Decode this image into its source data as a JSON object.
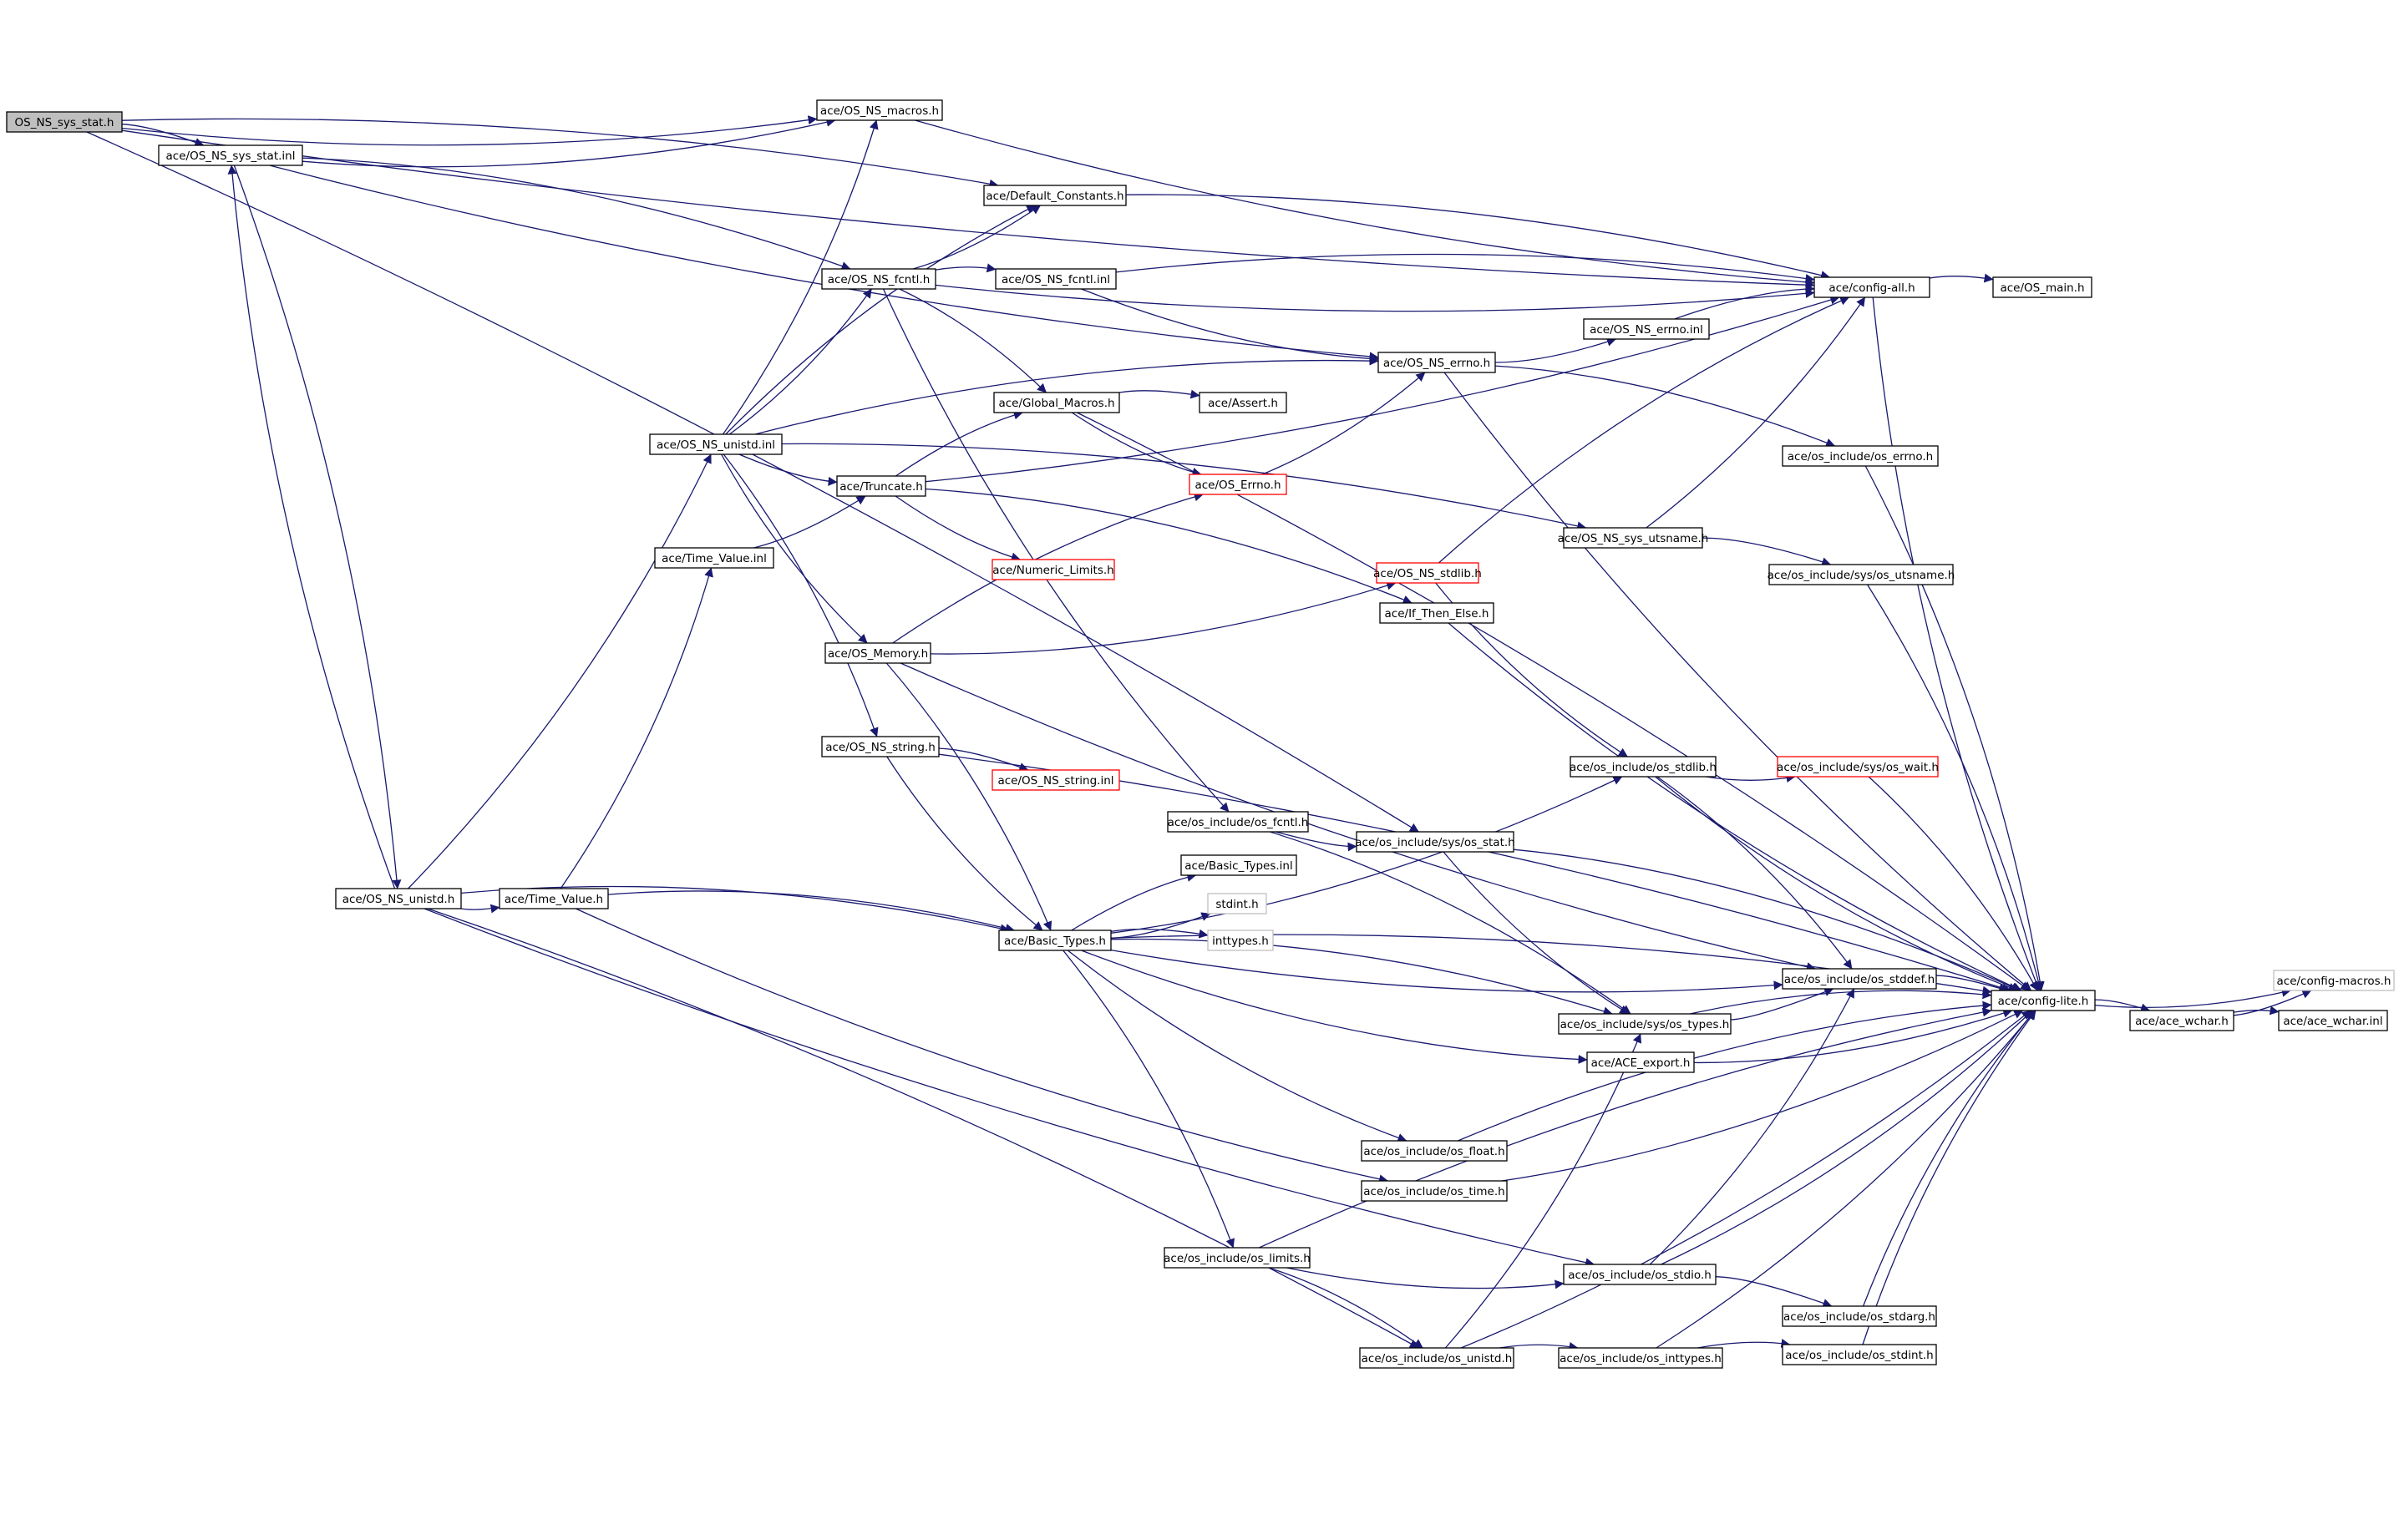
{
  "colors": {
    "edge": "#191970",
    "node_border": "#000000",
    "root_fill": "#bfbfbf",
    "truncated_border": "#ff0000",
    "external_border": "#bfbfbf"
  },
  "nodes": [
    {
      "id": "n0",
      "label": "OS_NS_sys_stat.h",
      "kind": "root"
    },
    {
      "id": "n1",
      "label": "ace/OS_NS_sys_stat.inl",
      "kind": "normal"
    },
    {
      "id": "n2",
      "label": "ace/OS_NS_macros.h",
      "kind": "normal"
    },
    {
      "id": "n3",
      "label": "ace/Default_Constants.h",
      "kind": "normal"
    },
    {
      "id": "n4",
      "label": "ace/OS_NS_fcntl.h",
      "kind": "normal"
    },
    {
      "id": "n5",
      "label": "ace/OS_NS_fcntl.inl",
      "kind": "normal"
    },
    {
      "id": "n6",
      "label": "ace/config-all.h",
      "kind": "normal"
    },
    {
      "id": "n7",
      "label": "ace/OS_main.h",
      "kind": "normal"
    },
    {
      "id": "n8",
      "label": "ace/OS_NS_errno.inl",
      "kind": "normal"
    },
    {
      "id": "n9",
      "label": "ace/OS_NS_errno.h",
      "kind": "normal"
    },
    {
      "id": "n10",
      "label": "ace/Global_Macros.h",
      "kind": "normal"
    },
    {
      "id": "n11",
      "label": "ace/Assert.h",
      "kind": "normal"
    },
    {
      "id": "n12",
      "label": "ace/OS_NS_unistd.inl",
      "kind": "normal"
    },
    {
      "id": "n13",
      "label": "ace/Truncate.h",
      "kind": "normal"
    },
    {
      "id": "n14",
      "label": "ace/OS_Errno.h",
      "kind": "trunc"
    },
    {
      "id": "n15",
      "label": "ace/os_include/os_errno.h",
      "kind": "normal"
    },
    {
      "id": "n16",
      "label": "ace/OS_NS_sys_utsname.h",
      "kind": "normal"
    },
    {
      "id": "n17",
      "label": "ace/Time_Value.inl",
      "kind": "normal"
    },
    {
      "id": "n18",
      "label": "ace/Numeric_Limits.h",
      "kind": "trunc"
    },
    {
      "id": "n19",
      "label": "ace/OS_NS_stdlib.h",
      "kind": "trunc"
    },
    {
      "id": "n20",
      "label": "ace/os_include/sys/os_utsname.h",
      "kind": "normal"
    },
    {
      "id": "n21",
      "label": "ace/If_Then_Else.h",
      "kind": "normal"
    },
    {
      "id": "n22",
      "label": "ace/OS_Memory.h",
      "kind": "normal"
    },
    {
      "id": "n23",
      "label": "ace/OS_NS_string.h",
      "kind": "normal"
    },
    {
      "id": "n24",
      "label": "ace/os_include/os_stdlib.h",
      "kind": "normal"
    },
    {
      "id": "n25",
      "label": "ace/os_include/sys/os_wait.h",
      "kind": "trunc"
    },
    {
      "id": "n26",
      "label": "ace/OS_NS_string.inl",
      "kind": "trunc"
    },
    {
      "id": "n27",
      "label": "ace/os_include/os_fcntl.h",
      "kind": "normal"
    },
    {
      "id": "n28",
      "label": "ace/os_include/sys/os_stat.h",
      "kind": "normal"
    },
    {
      "id": "n29",
      "label": "ace/Basic_Types.inl",
      "kind": "normal"
    },
    {
      "id": "n30",
      "label": "ace/OS_NS_unistd.h",
      "kind": "normal"
    },
    {
      "id": "n31",
      "label": "ace/Time_Value.h",
      "kind": "normal"
    },
    {
      "id": "n32",
      "label": "stdint.h",
      "kind": "ext"
    },
    {
      "id": "n33",
      "label": "ace/Basic_Types.h",
      "kind": "normal"
    },
    {
      "id": "n34",
      "label": "inttypes.h",
      "kind": "ext"
    },
    {
      "id": "n35",
      "label": "ace/os_include/os_stddef.h",
      "kind": "normal"
    },
    {
      "id": "n36",
      "label": "ace/config-lite.h",
      "kind": "normal"
    },
    {
      "id": "n37",
      "label": "ace/config-macros.h",
      "kind": "ext"
    },
    {
      "id": "n38",
      "label": "ace/os_include/sys/os_types.h",
      "kind": "normal"
    },
    {
      "id": "n39",
      "label": "ace/ace_wchar.h",
      "kind": "normal"
    },
    {
      "id": "n40",
      "label": "ace/ace_wchar.inl",
      "kind": "normal"
    },
    {
      "id": "n41",
      "label": "ace/ACE_export.h",
      "kind": "normal"
    },
    {
      "id": "n42",
      "label": "ace/os_include/os_float.h",
      "kind": "normal"
    },
    {
      "id": "n43",
      "label": "ace/os_include/os_time.h",
      "kind": "normal"
    },
    {
      "id": "n44",
      "label": "ace/os_include/os_limits.h",
      "kind": "normal"
    },
    {
      "id": "n45",
      "label": "ace/os_include/os_stdio.h",
      "kind": "normal"
    },
    {
      "id": "n46",
      "label": "ace/os_include/os_stdarg.h",
      "kind": "normal"
    },
    {
      "id": "n47",
      "label": "ace/os_include/os_unistd.h",
      "kind": "normal"
    },
    {
      "id": "n48",
      "label": "ace/os_include/os_inttypes.h",
      "kind": "normal"
    },
    {
      "id": "n49",
      "label": "ace/os_include/os_stdint.h",
      "kind": "normal"
    }
  ],
  "edges": [
    [
      "n0",
      "n1"
    ],
    [
      "n0",
      "n2"
    ],
    [
      "n0",
      "n3"
    ],
    [
      "n0",
      "n6"
    ],
    [
      "n0",
      "n28"
    ],
    [
      "n1",
      "n2"
    ],
    [
      "n1",
      "n4"
    ],
    [
      "n1",
      "n9"
    ],
    [
      "n1",
      "n30"
    ],
    [
      "n2",
      "n6"
    ],
    [
      "n3",
      "n6"
    ],
    [
      "n4",
      "n3"
    ],
    [
      "n4",
      "n5"
    ],
    [
      "n4",
      "n6"
    ],
    [
      "n4",
      "n10"
    ],
    [
      "n4",
      "n27"
    ],
    [
      "n5",
      "n6"
    ],
    [
      "n5",
      "n9"
    ],
    [
      "n6",
      "n7"
    ],
    [
      "n6",
      "n36"
    ],
    [
      "n8",
      "n6"
    ],
    [
      "n9",
      "n8"
    ],
    [
      "n9",
      "n15"
    ],
    [
      "n9",
      "n36"
    ],
    [
      "n10",
      "n11"
    ],
    [
      "n10",
      "n14"
    ],
    [
      "n10",
      "n36"
    ],
    [
      "n12",
      "n2"
    ],
    [
      "n12",
      "n3"
    ],
    [
      "n12",
      "n4"
    ],
    [
      "n12",
      "n9"
    ],
    [
      "n12",
      "n13"
    ],
    [
      "n12",
      "n16"
    ],
    [
      "n12",
      "n22"
    ],
    [
      "n12",
      "n23"
    ],
    [
      "n13",
      "n6"
    ],
    [
      "n13",
      "n10"
    ],
    [
      "n13",
      "n18"
    ],
    [
      "n13",
      "n21"
    ],
    [
      "n14",
      "n9"
    ],
    [
      "n15",
      "n36"
    ],
    [
      "n16",
      "n6"
    ],
    [
      "n16",
      "n20"
    ],
    [
      "n17",
      "n13"
    ],
    [
      "n19",
      "n6"
    ],
    [
      "n19",
      "n24"
    ],
    [
      "n20",
      "n36"
    ],
    [
      "n21",
      "n36"
    ],
    [
      "n22",
      "n14"
    ],
    [
      "n22",
      "n19"
    ],
    [
      "n22",
      "n33"
    ],
    [
      "n22",
      "n35"
    ],
    [
      "n23",
      "n26"
    ],
    [
      "n23",
      "n33"
    ],
    [
      "n23",
      "n36"
    ],
    [
      "n24",
      "n25"
    ],
    [
      "n24",
      "n35"
    ],
    [
      "n24",
      "n36"
    ],
    [
      "n25",
      "n36"
    ],
    [
      "n27",
      "n28"
    ],
    [
      "n27",
      "n38"
    ],
    [
      "n28",
      "n38"
    ],
    [
      "n28",
      "n36"
    ],
    [
      "n30",
      "n12"
    ],
    [
      "n30",
      "n1"
    ],
    [
      "n30",
      "n31"
    ],
    [
      "n30",
      "n33"
    ],
    [
      "n30",
      "n45"
    ],
    [
      "n30",
      "n47"
    ],
    [
      "n31",
      "n17"
    ],
    [
      "n31",
      "n33"
    ],
    [
      "n31",
      "n43"
    ],
    [
      "n33",
      "n29"
    ],
    [
      "n33",
      "n32"
    ],
    [
      "n33",
      "n34"
    ],
    [
      "n33",
      "n35"
    ],
    [
      "n33",
      "n38"
    ],
    [
      "n33",
      "n41"
    ],
    [
      "n33",
      "n36"
    ],
    [
      "n33",
      "n42"
    ],
    [
      "n33",
      "n44"
    ],
    [
      "n33",
      "n24"
    ],
    [
      "n35",
      "n36"
    ],
    [
      "n36",
      "n37"
    ],
    [
      "n36",
      "n39"
    ],
    [
      "n38",
      "n35"
    ],
    [
      "n38",
      "n36"
    ],
    [
      "n39",
      "n37"
    ],
    [
      "n39",
      "n40"
    ],
    [
      "n41",
      "n36"
    ],
    [
      "n42",
      "n36"
    ],
    [
      "n43",
      "n36"
    ],
    [
      "n44",
      "n36"
    ],
    [
      "n44",
      "n45"
    ],
    [
      "n44",
      "n47"
    ],
    [
      "n45",
      "n35"
    ],
    [
      "n45",
      "n46"
    ],
    [
      "n45",
      "n36"
    ],
    [
      "n46",
      "n36"
    ],
    [
      "n47",
      "n38"
    ],
    [
      "n47",
      "n48"
    ],
    [
      "n47",
      "n36"
    ],
    [
      "n48",
      "n49"
    ],
    [
      "n48",
      "n36"
    ],
    [
      "n49",
      "n36"
    ]
  ]
}
